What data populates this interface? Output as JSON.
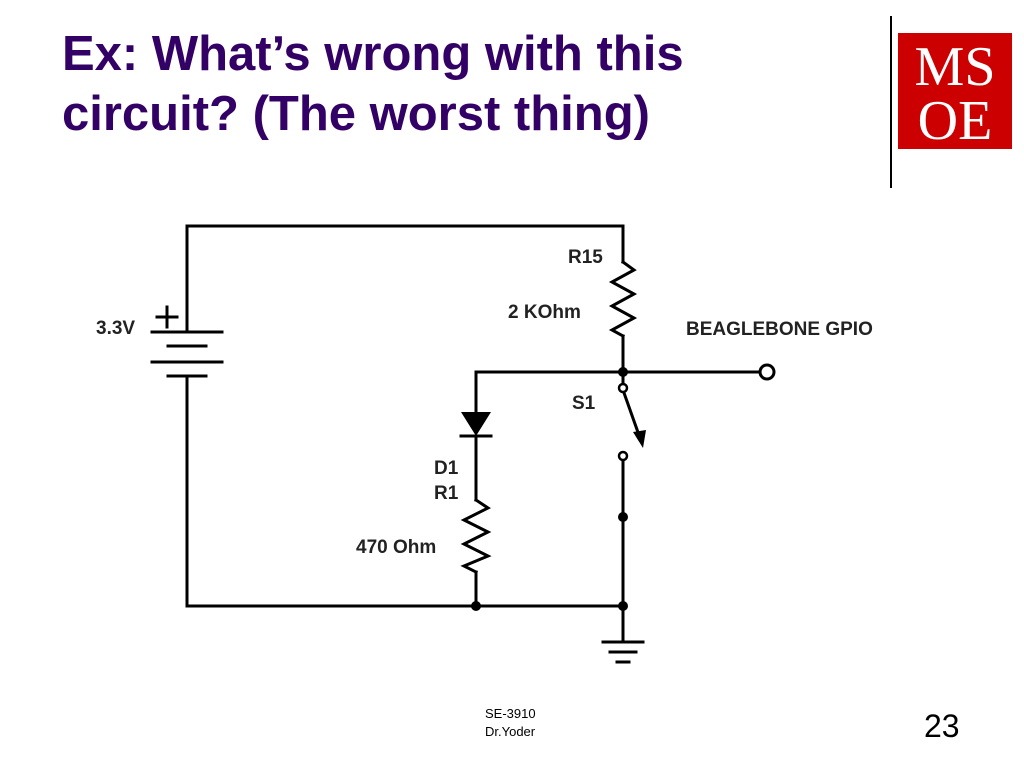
{
  "slide": {
    "title_line1": "Ex: What’s wrong with this",
    "title_line2": "circuit? (The worst thing)",
    "footer_course": "SE-3910",
    "footer_author": "Dr.Yoder",
    "page_number": "23"
  },
  "logo": {
    "line1": "MS",
    "line2": "OE",
    "background_color": "#cc0000",
    "text_color": "#ffffff"
  },
  "circuit": {
    "battery_voltage": "3.3V",
    "battery_polarity": "+",
    "r15_name": "R15",
    "r15_value": "2 KOhm",
    "gpio_label": "BEAGLEBONE GPIO",
    "switch_name": "S1",
    "diode_name": "D1",
    "r1_name": "R1",
    "r1_value": "470 Ohm"
  },
  "colors": {
    "title": "#330066",
    "wire": "#000000"
  }
}
